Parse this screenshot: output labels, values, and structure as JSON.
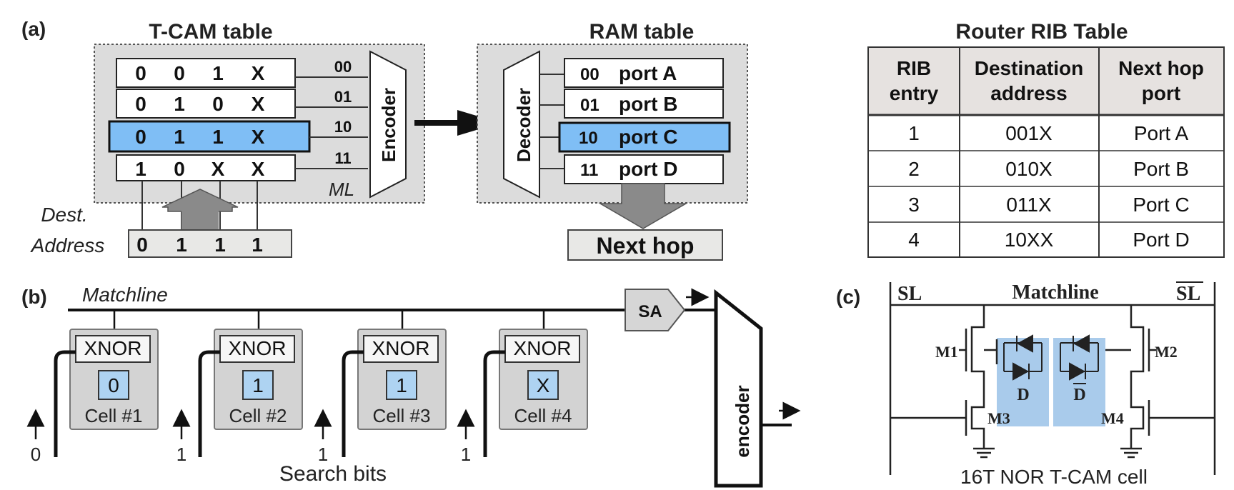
{
  "panel_a": {
    "label": "(a)",
    "tcam_title": "T-CAM table",
    "tcam_rows": [
      [
        "0",
        "0",
        "1",
        "X"
      ],
      [
        "0",
        "1",
        "0",
        "X"
      ],
      [
        "0",
        "1",
        "1",
        "X"
      ],
      [
        "1",
        "0",
        "X",
        "X"
      ]
    ],
    "match_codes": [
      "00",
      "01",
      "10",
      "11"
    ],
    "encoder_label": "Encoder",
    "ml_label": "ML",
    "dest_label_line1": "Dest.",
    "dest_label_line2": "Address",
    "dest_bits": [
      "0",
      "1",
      "1",
      "1"
    ],
    "ram_title": "RAM table",
    "decoder_label": "Decoder",
    "ram_rows": [
      {
        "code": "00",
        "port": "port A"
      },
      {
        "code": "01",
        "port": "port B"
      },
      {
        "code": "10",
        "port": "port C"
      },
      {
        "code": "11",
        "port": "port D"
      }
    ],
    "next_hop_label": "Next hop",
    "highlight_color": "#7fbef5",
    "rib": {
      "title": "Router RIB Table",
      "headers": [
        [
          "RIB",
          "entry"
        ],
        [
          "Destination",
          "address"
        ],
        [
          "Next hop",
          "port"
        ]
      ],
      "rows": [
        [
          "1",
          "001X",
          "Port A"
        ],
        [
          "2",
          "010X",
          "Port B"
        ],
        [
          "3",
          "011X",
          "Port C"
        ],
        [
          "4",
          "10XX",
          "Port D"
        ]
      ]
    }
  },
  "panel_b": {
    "label": "(b)",
    "matchline_label": "Matchline",
    "sa_label": "SA",
    "xnor_label": "XNOR",
    "cells": [
      {
        "value": "0",
        "name": "Cell #1",
        "search_bit": "0"
      },
      {
        "value": "1",
        "name": "Cell #2",
        "search_bit": "1"
      },
      {
        "value": "1",
        "name": "Cell #3",
        "search_bit": "1"
      },
      {
        "value": "X",
        "name": "Cell #4",
        "search_bit": "1"
      }
    ],
    "search_bits_label": "Search bits",
    "encoder_label": "encoder"
  },
  "panel_c": {
    "label": "(c)",
    "sl_label": "SL",
    "slbar_label": "SL",
    "matchline_label": "Matchline",
    "transistors": [
      "M1",
      "M2",
      "M3",
      "M4"
    ],
    "d_label": "D",
    "dbar_label": "D",
    "caption": "16T NOR T-CAM cell"
  }
}
